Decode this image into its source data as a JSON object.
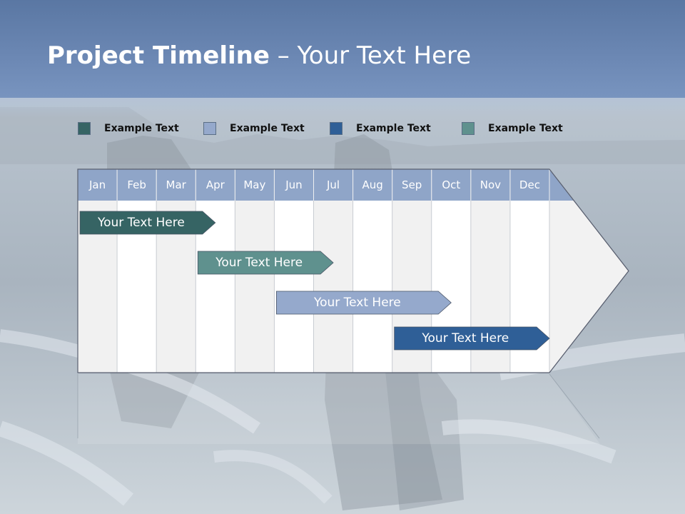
{
  "title": {
    "bold": "Project Timeline",
    "rest": " – Your Text Here"
  },
  "legend": [
    {
      "label": "Example Text",
      "color": "#366464"
    },
    {
      "label": "Example Text",
      "color": "#95a9cc"
    },
    {
      "label": "Example Text",
      "color": "#2f5f97"
    },
    {
      "label": "Example Text",
      "color": "#5f918e"
    }
  ],
  "months": [
    "Jan",
    "Feb",
    "Mar",
    "Apr",
    "May",
    "Jun",
    "Jul",
    "Aug",
    "Sep",
    "Oct",
    "Nov",
    "Dec"
  ],
  "tasks": [
    {
      "label": "Your  Text Here",
      "start": 0,
      "end": 3.5,
      "color": "#366464",
      "text_color": "#ffffff"
    },
    {
      "label": "Your  Text Here",
      "start": 3,
      "end": 6.5,
      "color": "#5f918e",
      "text_color": "#ffffff"
    },
    {
      "label": "Your  Text Here",
      "start": 5,
      "end": 9.5,
      "color": "#95a9cc",
      "text_color": "#ffffff"
    },
    {
      "label": "Your  Text Here",
      "start": 8,
      "end": 12,
      "color": "#2f5f97",
      "text_color": "#ffffff"
    }
  ],
  "colors": {
    "header": "#8fa5c8",
    "title_band": "#6c88b4"
  }
}
